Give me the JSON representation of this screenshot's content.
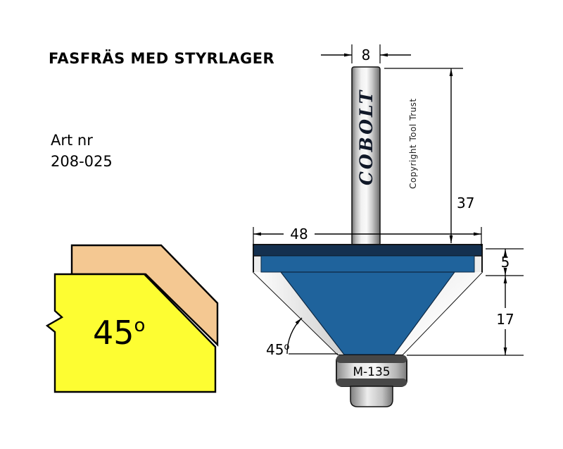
{
  "title": "FASFRÄS MED STYRLAGER",
  "art": {
    "label": "Art nr",
    "number": "208-025"
  },
  "profile": {
    "angle_value": "45",
    "angle_unit": "o"
  },
  "cutter": {
    "brand": "COBOLT",
    "copyright_text": "Copyright Tool Trust",
    "bearing_label": "M-135",
    "dimensions": {
      "shank_diameter": "8",
      "shank_length": "37",
      "cutting_diameter": "48",
      "top_height": "5",
      "cutting_height": "17",
      "angle_value": "45",
      "angle_unit": "o"
    }
  },
  "colors": {
    "body_blue": "#1f639c",
    "body_navy": "#14304f",
    "workpiece_yellow": "#fdfd32",
    "chamfer_tan": "#f4c892",
    "outline_black": "#000000"
  }
}
